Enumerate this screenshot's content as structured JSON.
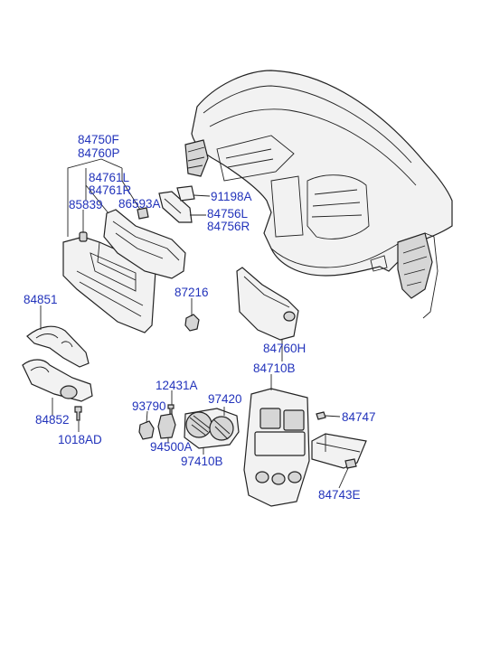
{
  "labels": {
    "p84750F": "84750F",
    "p84760P": "84760P",
    "p84761L": "84761L",
    "p84761R": "84761R",
    "p85839": "85839",
    "p86593A": "86593A",
    "p91198A": "91198A",
    "p84756L": "84756L",
    "p84756R": "84756R",
    "p87216": "87216",
    "p84760H": "84760H",
    "p84851": "84851",
    "p84852": "84852",
    "p1018AD": "1018AD",
    "p12431A": "12431A",
    "p93790": "93790",
    "p97420": "97420",
    "p94500A": "94500A",
    "p97410B": "97410B",
    "p84710B": "84710B",
    "p84747": "84747",
    "p84743E": "84743E"
  },
  "colors": {
    "label": "#2233bb",
    "line": "#222222"
  }
}
